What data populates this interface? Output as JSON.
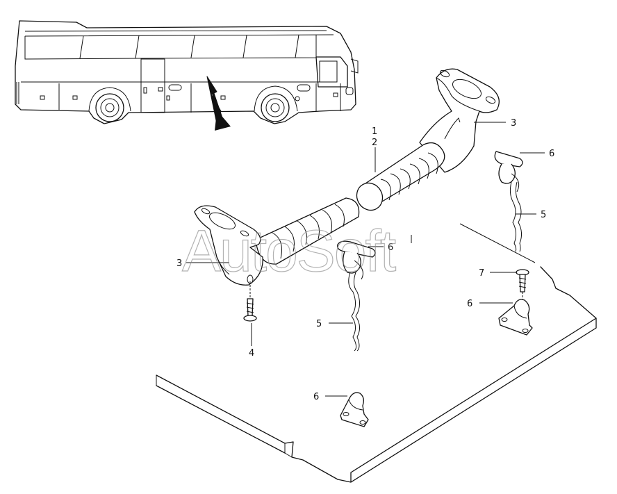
{
  "watermark": "AutoSoft",
  "callouts": {
    "c1": "1",
    "c2": "2",
    "c3a": "3",
    "c3b": "3",
    "c4": "4",
    "c5a": "5",
    "c5b": "5",
    "c6a": "6",
    "c6b": "6",
    "c6c": "6",
    "c6d": "6",
    "c7": "7"
  }
}
